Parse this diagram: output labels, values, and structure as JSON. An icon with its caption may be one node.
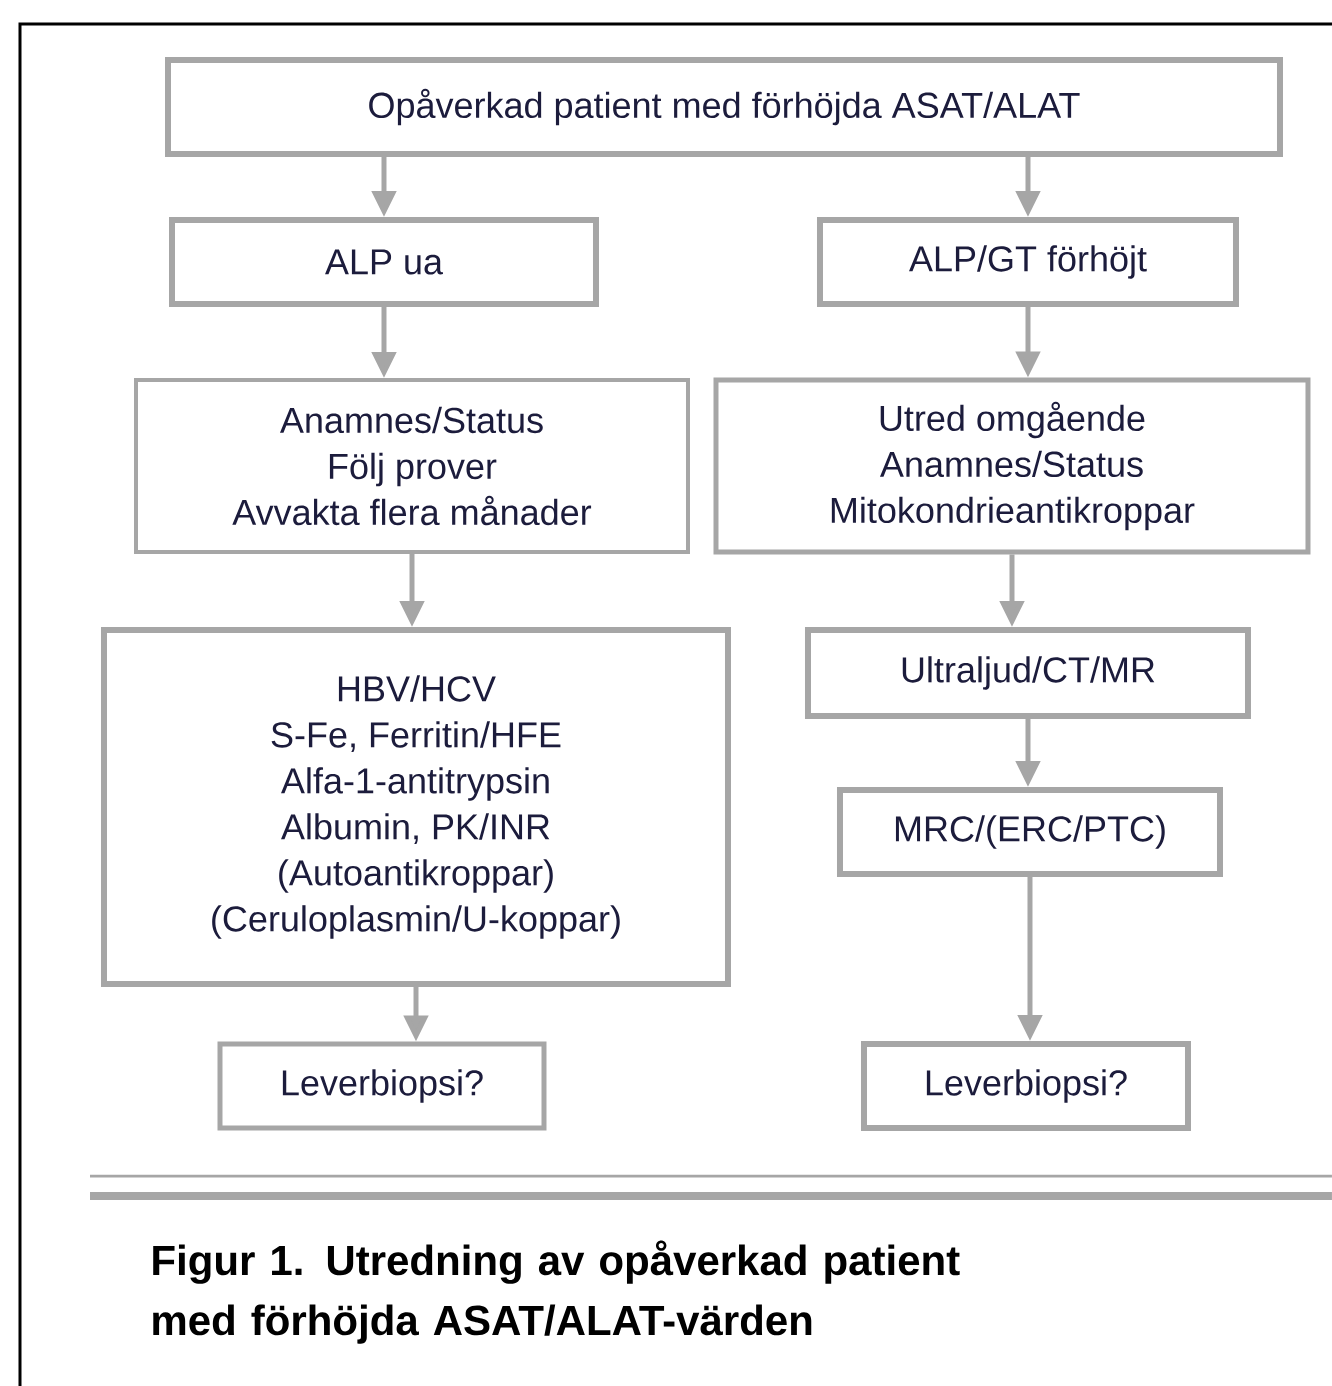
{
  "diagram": {
    "caption": "Figur 1. Utredning av opåverkad patient med förhöjda ASAT/ALAT-värden",
    "nodes": [
      {
        "text": [
          "Opåverkad patient med förhöjda ASAT/ALAT"
        ]
      },
      {
        "text": [
          "ALP ua"
        ]
      },
      {
        "text": [
          "ALP/GT förhöjt"
        ]
      },
      {
        "text": [
          "Anamnes/Status",
          "Följ prover",
          "Avvakta flera månader"
        ]
      },
      {
        "text": [
          "Utred omgående",
          "Anamnes/Status",
          "Mitokondrieantikroppar"
        ]
      },
      {
        "text": [
          "HBV/HCV",
          "S-Fe, Ferritin/HFE",
          "Alfa-1-antitrypsin",
          "Albumin, PK/INR",
          "(Autoantikroppar)",
          "(Ceruloplasmin/U-koppar)"
        ]
      },
      {
        "text": [
          "Ultraljud/CT/MR"
        ]
      },
      {
        "text": [
          "MRC/(ERC/PTC)"
        ]
      },
      {
        "text": [
          "Leverbiopsi?"
        ]
      },
      {
        "text": [
          "Leverbiopsi?"
        ]
      }
    ],
    "edges": [
      {
        "from": 0,
        "to": 1,
        "arrow": "to"
      },
      {
        "from": 0,
        "to": 2,
        "arrow": "to"
      },
      {
        "from": 1,
        "to": 3,
        "arrow": "to"
      },
      {
        "from": 2,
        "to": 4,
        "arrow": "to"
      },
      {
        "from": 3,
        "to": 5,
        "arrow": "to"
      },
      {
        "from": 4,
        "to": 6,
        "arrow": "to"
      },
      {
        "from": 5,
        "to": 8,
        "arrow": "to"
      },
      {
        "from": 6,
        "to": 7,
        "arrow": "to"
      },
      {
        "from": 7,
        "to": 9,
        "arrow": "to"
      }
    ]
  }
}
